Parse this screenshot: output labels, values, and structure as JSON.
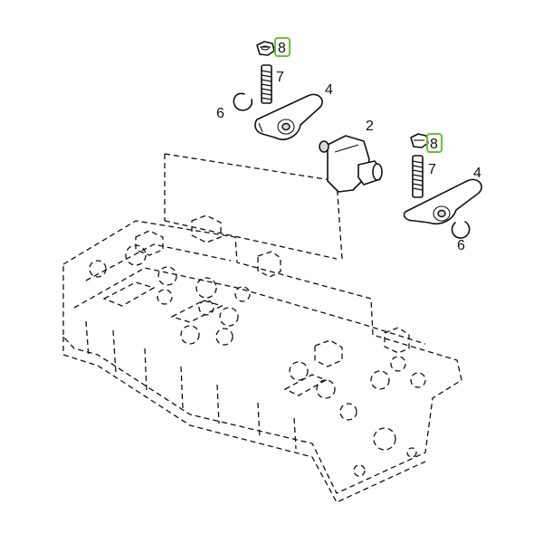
{
  "callouts": {
    "top_nut": "8",
    "top_stud": "7",
    "top_circlip": "6",
    "top_rocker": "4",
    "shaft_bracket": "2",
    "right_nut": "8",
    "right_stud": "7",
    "right_rocker": "4",
    "right_circlip": "6"
  },
  "highlight_color": "#6abf3a"
}
